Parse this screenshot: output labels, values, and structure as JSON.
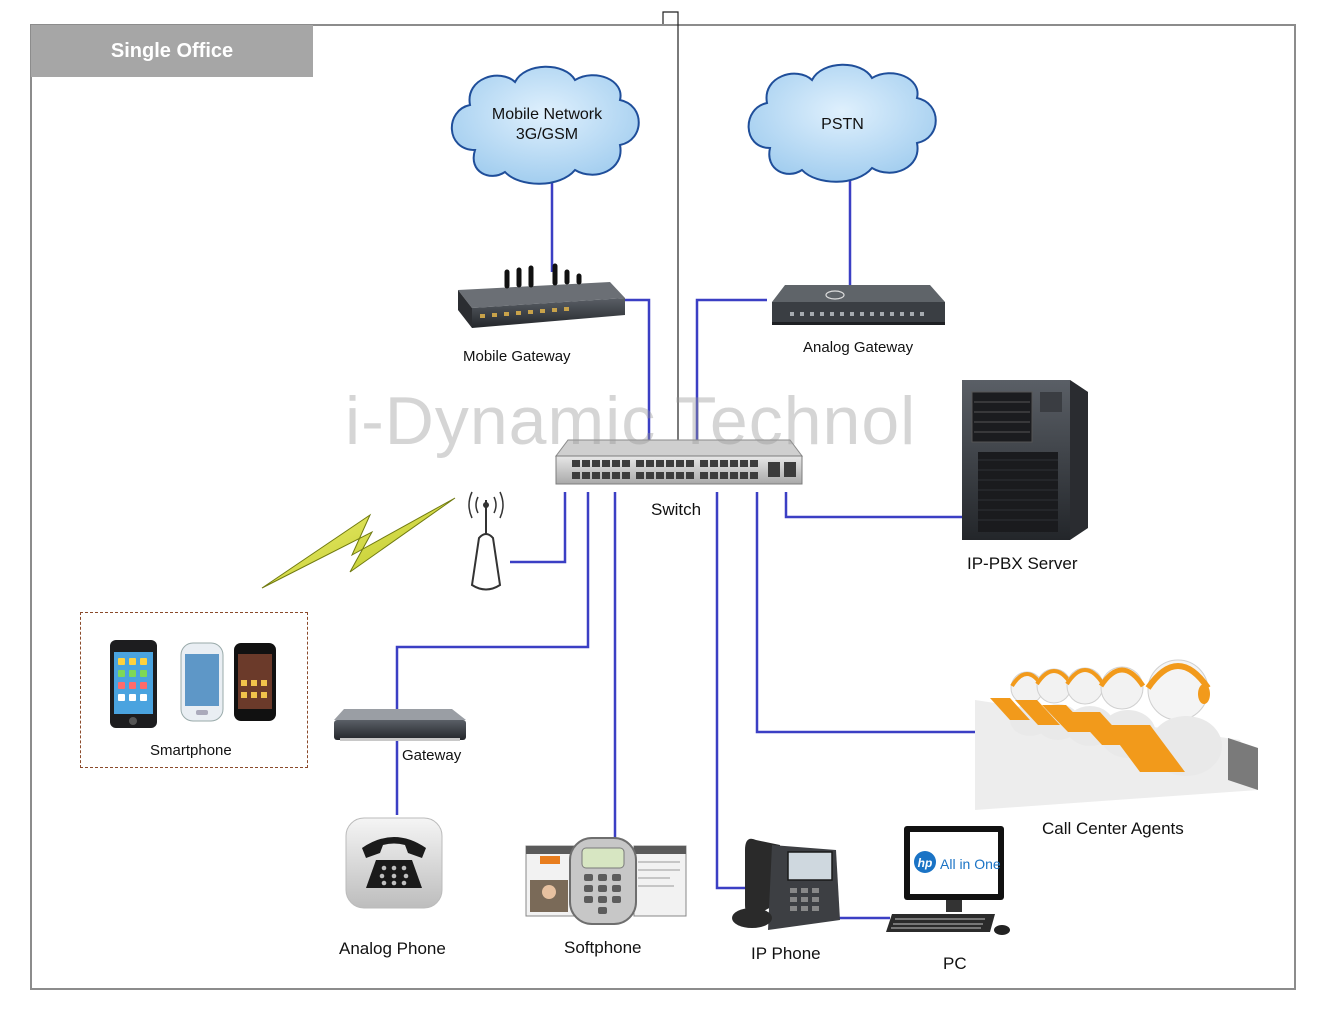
{
  "header": {
    "title": "Single Office"
  },
  "watermark": "i-Dynamic Technol",
  "clouds": {
    "mobile_network": {
      "line1": "Mobile Network",
      "line2": "3G/GSM"
    },
    "pstn": {
      "label": "PSTN"
    }
  },
  "devices": {
    "mobile_gateway": "Mobile  Gateway",
    "analog_gateway": "Analog Gateway",
    "switch": "Switch",
    "ip_pbx_server": "IP-PBX Server",
    "smartphone": "Smartphone",
    "gateway": "Gateway",
    "analog_phone": "Analog Phone",
    "softphone": "Softphone",
    "ip_phone": "IP Phone",
    "pc": "PC",
    "call_center_agents": "Call Center Agents"
  },
  "icon_text": {
    "pc_brand": "All in One"
  },
  "colors": {
    "link_line": "#3b3fc4",
    "cloud_fill": "#b7dcf7",
    "cloud_stroke": "#1f4e9a",
    "header_bg": "#a6a6a6",
    "headset_orange": "#f29a1b"
  }
}
